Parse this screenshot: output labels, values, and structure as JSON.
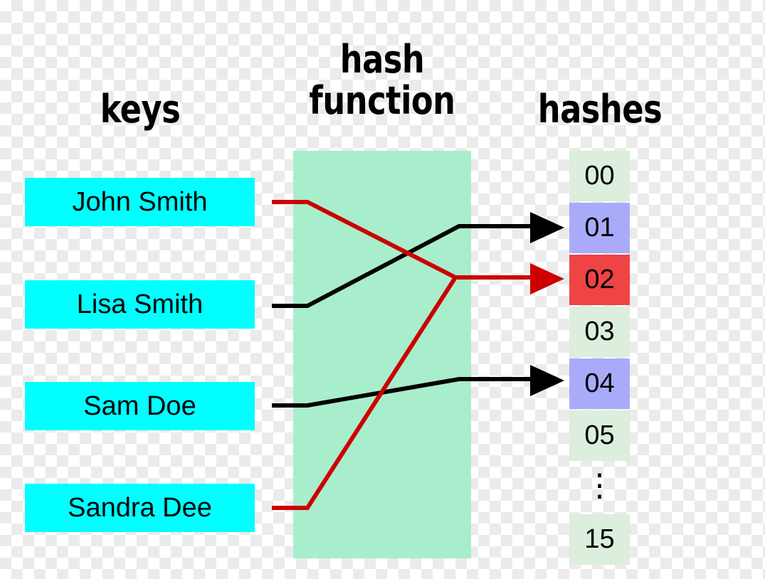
{
  "diagram": {
    "title": "hash function diagram",
    "headings": {
      "keys": "keys",
      "hash_function": "hash\nfunction",
      "hashes": "hashes"
    },
    "colors": {
      "key_box": "#00FFFF",
      "hash_function_box": "#A8EECC",
      "hash_cell_default": "#DCEEDC",
      "hash_cell_highlight": "#AAAAFA",
      "hash_cell_collision": "#EE4444",
      "arrow_normal": "#000000",
      "arrow_collision": "#CC0000"
    },
    "keys": [
      {
        "label": "John Smith",
        "maps_to": "02",
        "arrow_color": "#CC0000"
      },
      {
        "label": "Lisa Smith",
        "maps_to": "01",
        "arrow_color": "#000000"
      },
      {
        "label": "Sam Doe",
        "maps_to": "04",
        "arrow_color": "#000000"
      },
      {
        "label": "Sandra Dee",
        "maps_to": "02",
        "arrow_color": "#CC0000"
      }
    ],
    "hashes": [
      {
        "label": "00",
        "state": "empty"
      },
      {
        "label": "01",
        "state": "filled"
      },
      {
        "label": "02",
        "state": "collision"
      },
      {
        "label": "03",
        "state": "empty"
      },
      {
        "label": "04",
        "state": "filled"
      },
      {
        "label": "05",
        "state": "empty"
      },
      {
        "label": "⋮",
        "state": "ellipsis"
      },
      {
        "label": "15",
        "state": "empty"
      }
    ]
  }
}
